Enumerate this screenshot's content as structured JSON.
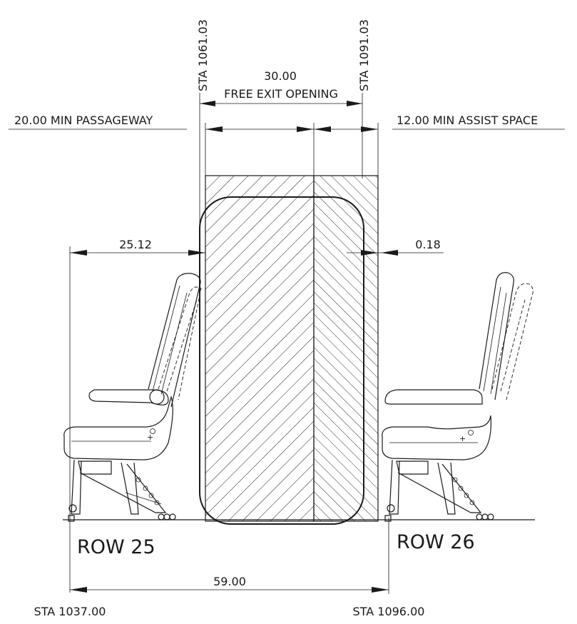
{
  "stations": {
    "sta_1061": "STA 1061.03",
    "sta_1091": "STA 1091.03",
    "sta_1037": "STA 1037.00",
    "sta_1096": "STA 1096.00"
  },
  "dimensions": {
    "exit_width": "30.00",
    "exit_label": "FREE EXIT OPENING",
    "passageway": "20.00 MIN PASSAGEWAY",
    "assist_space": "12.00 MIN ASSIST SPACE",
    "seat_to_exit": "25.12",
    "clearance": "0.18",
    "row_pitch": "59.00"
  },
  "rows": {
    "left": "ROW 25",
    "right": "ROW 26"
  }
}
